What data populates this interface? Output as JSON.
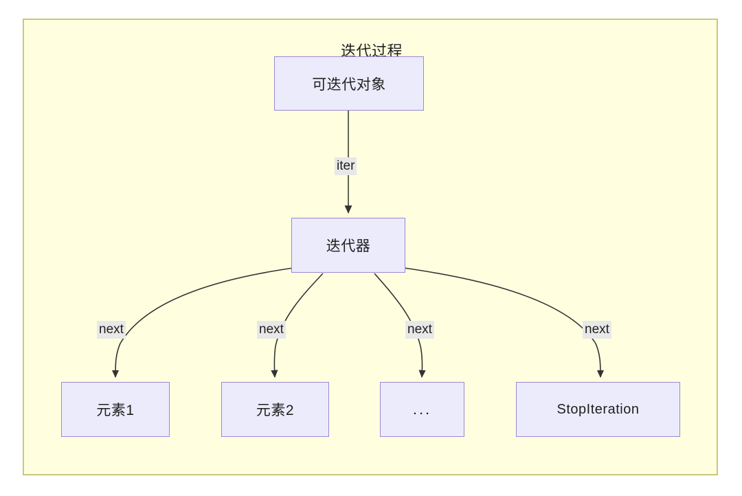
{
  "diagram": {
    "title": "迭代过程",
    "frame_color": "#FFFFE0",
    "frame_border_color": "#C8C87A",
    "node_fill": "#ECEBFC",
    "node_border": "#9A87D4",
    "edge_color": "#333333",
    "label_plate_color": "#E8E8E8",
    "nodes": [
      {
        "id": "iterable",
        "label": "可迭代对象"
      },
      {
        "id": "iterator",
        "label": "迭代器"
      },
      {
        "id": "elem1",
        "label": "元素1"
      },
      {
        "id": "elem2",
        "label": "元素2"
      },
      {
        "id": "ellipsis",
        "label": "..."
      },
      {
        "id": "stopiter",
        "label": "StopIteration"
      }
    ],
    "edges": [
      {
        "from": "iterable",
        "to": "iterator",
        "label": "iter"
      },
      {
        "from": "iterator",
        "to": "elem1",
        "label": "next"
      },
      {
        "from": "iterator",
        "to": "elem2",
        "label": "next"
      },
      {
        "from": "iterator",
        "to": "ellipsis",
        "label": "next"
      },
      {
        "from": "iterator",
        "to": "stopiter",
        "label": "next"
      }
    ]
  }
}
